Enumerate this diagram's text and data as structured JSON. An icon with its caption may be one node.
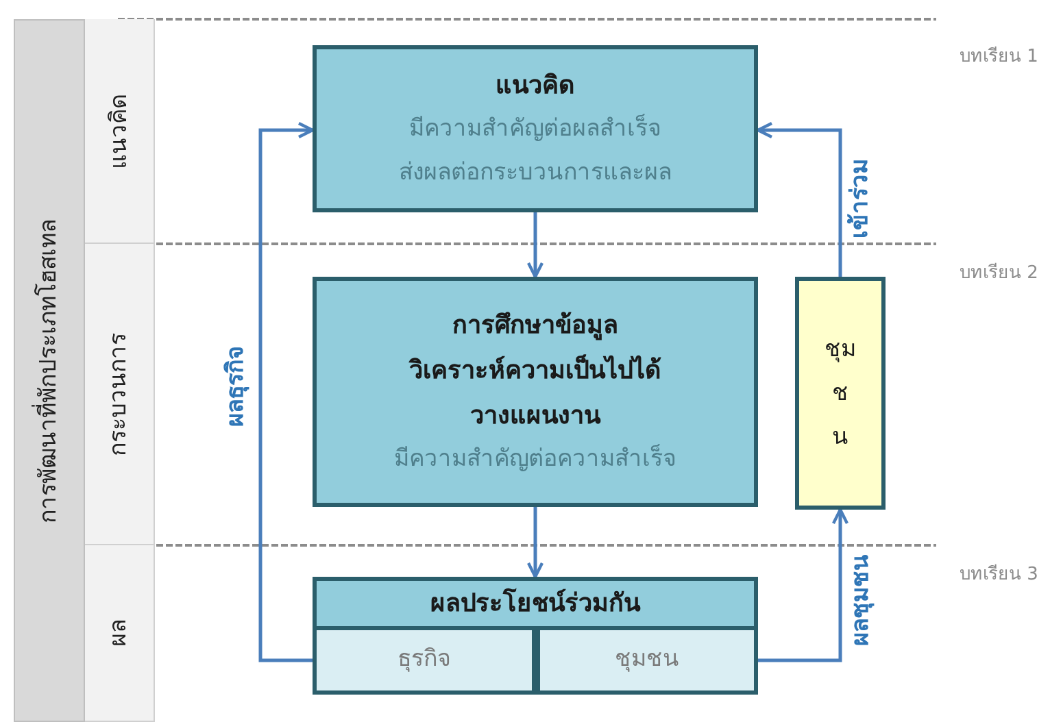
{
  "diagram": {
    "nodes": [
      {
        "text": [
          "การพัฒนาที่พักประเภทโฮสเทล"
        ]
      },
      {
        "text": [
          "แนวคิด"
        ]
      },
      {
        "text": [
          "กระบวนการ"
        ]
      },
      {
        "text": [
          "ผล"
        ]
      },
      {
        "text": [
          "แนวคิด",
          "มีความสำคัญต่อผลสำเร็จ",
          "ส่งผลต่อกระบวนการและผล"
        ]
      },
      {
        "text": [
          "การศึกษาข้อมูล",
          "วิเคราะห์ความเป็นไปได้",
          "วางแผนงาน",
          "มีความสำคัญต่อความสำเร็จ"
        ]
      },
      {
        "text": [
          "ชุมชน"
        ]
      },
      {
        "text": [
          "ผลประโยชน์ร่วมกัน"
        ]
      },
      {
        "text": [
          "ธุรกิจ"
        ],
        "in": 7
      },
      {
        "text": [
          "ชุมชน"
        ],
        "in": 7
      }
    ],
    "edges": [
      {
        "from": 4,
        "to": 5,
        "arrow": "to"
      },
      {
        "from": 5,
        "to": 7,
        "arrow": "to"
      },
      {
        "from": 8,
        "to": 4,
        "arrow": "to",
        "label": "ผลธุรกิจ"
      },
      {
        "from": 9,
        "to": 6,
        "arrow": "to",
        "label": "ผลชุมชน"
      },
      {
        "from": 6,
        "to": 4,
        "arrow": "to",
        "label": "เข้าร่วม"
      }
    ],
    "labels": [
      "บทเรียน 1",
      "บทเรียน 2",
      "บทเรียน 3"
    ]
  }
}
